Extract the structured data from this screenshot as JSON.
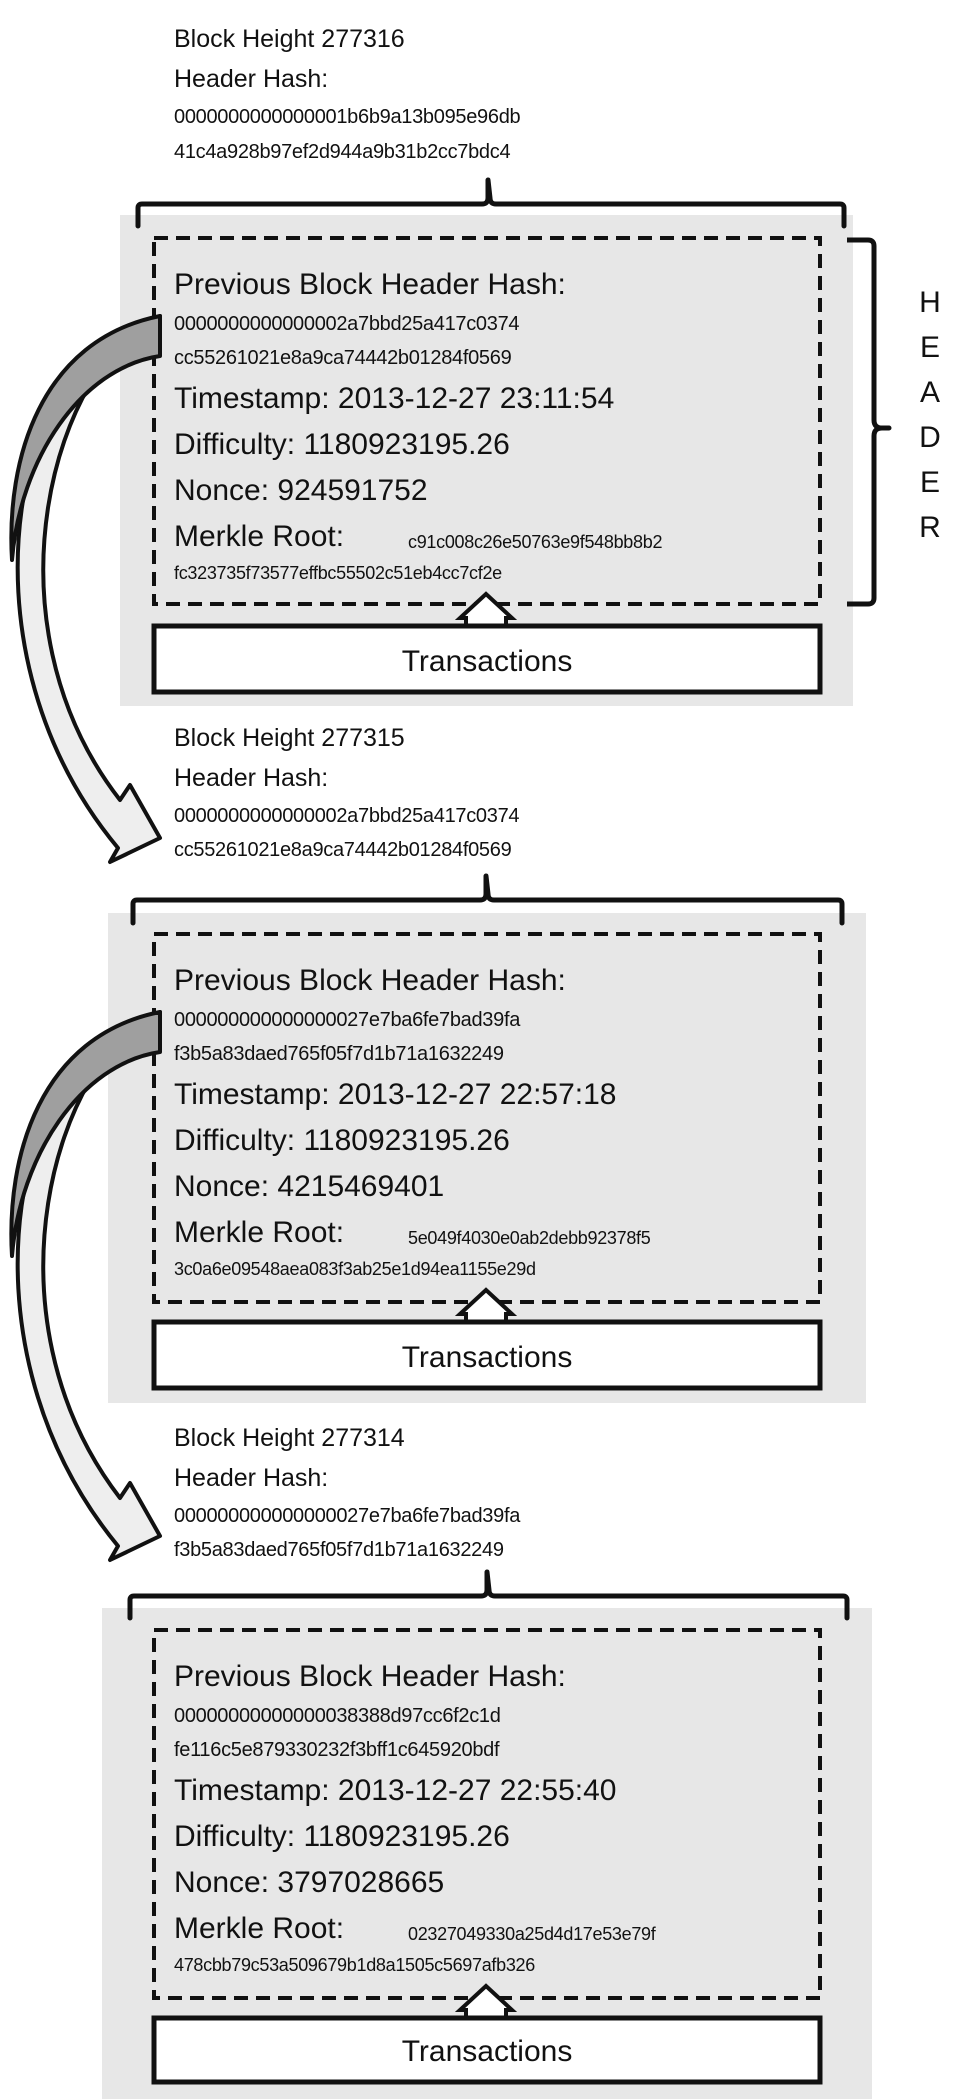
{
  "blocks": [
    {
      "block_height": "Block Height 277316",
      "header_hash_label": "Header Hash:",
      "header_hash_1": "0000000000000001b6b9a13b095e96db",
      "header_hash_2": "41c4a928b97ef2d944a9b31b2cc7bdc4",
      "prev_label": "Previous Block Header Hash:",
      "prev_hash_1": "0000000000000002a7bbd25a417c0374",
      "prev_hash_2": "cc55261021e8a9ca74442b01284f0569",
      "timestamp": "Timestamp: 2013-12-27 23:11:54",
      "difficulty": "Difficulty: 1180923195.26",
      "nonce": "Nonce: 924591752",
      "merkle_label": "Merkle Root:",
      "merkle_1": "c91c008c26e50763e9f548bb8b2",
      "merkle_2": "fc323735f73577effbc55502c51eb4cc7cf2e",
      "transactions": "Transactions"
    },
    {
      "block_height": "Block Height 277315",
      "header_hash_label": "Header Hash:",
      "header_hash_1": "0000000000000002a7bbd25a417c0374",
      "header_hash_2": "cc55261021e8a9ca74442b01284f0569",
      "prev_label": "Previous Block Header Hash:",
      "prev_hash_1": "000000000000000027e7ba6fe7bad39fa",
      "prev_hash_2": "f3b5a83daed765f05f7d1b71a1632249",
      "timestamp": "Timestamp: 2013-12-27 22:57:18",
      "difficulty": "Difficulty: 1180923195.26",
      "nonce": "Nonce: 4215469401",
      "merkle_label": "Merkle Root:",
      "merkle_1": "5e049f4030e0ab2debb92378f5",
      "merkle_2": "3c0a6e09548aea083f3ab25e1d94ea1155e29d",
      "transactions": "Transactions"
    },
    {
      "block_height": "Block Height 277314",
      "header_hash_label": "Header Hash:",
      "header_hash_1": "000000000000000027e7ba6fe7bad39fa",
      "header_hash_2": "f3b5a83daed765f05f7d1b71a1632249",
      "prev_label": "Previous Block Header Hash:",
      "prev_hash_1": "00000000000000038388d97cc6f2c1d",
      "prev_hash_2": "fe116c5e879330232f3bff1c645920bdf",
      "timestamp": "Timestamp: 2013-12-27 22:55:40",
      "difficulty": "Difficulty: 1180923195.26",
      "nonce": "Nonce: 3797028665",
      "merkle_label": "Merkle Root:",
      "merkle_1": "02327049330a25d4d17e53e79f",
      "merkle_2": "478cbb79c53a509679b1d8a1505c5697afb326",
      "transactions": "Transactions"
    }
  ],
  "header_label": [
    "H",
    "E",
    "A",
    "D",
    "E",
    "R"
  ],
  "colors": {
    "block_bg": "#e7e7e7",
    "arrow_dark": "#9f9f9f",
    "arrow_light": "#eeeeee",
    "stroke": "#111111"
  }
}
